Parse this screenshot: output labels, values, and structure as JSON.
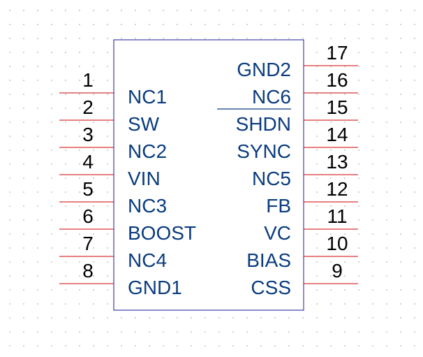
{
  "component": {
    "pins_left": [
      {
        "num": "1",
        "label": "NC1"
      },
      {
        "num": "2",
        "label": "SW"
      },
      {
        "num": "3",
        "label": "NC2"
      },
      {
        "num": "4",
        "label": "VIN"
      },
      {
        "num": "5",
        "label": "NC3"
      },
      {
        "num": "6",
        "label": "BOOST"
      },
      {
        "num": "7",
        "label": "NC4"
      },
      {
        "num": "8",
        "label": "GND1"
      }
    ],
    "pins_right": [
      {
        "num": "17",
        "label": "GND2"
      },
      {
        "num": "16",
        "label": "NC6"
      },
      {
        "num": "15",
        "label": "SHDN",
        "active_low": true
      },
      {
        "num": "14",
        "label": "SYNC"
      },
      {
        "num": "13",
        "label": "NC5"
      },
      {
        "num": "12",
        "label": "FB"
      },
      {
        "num": "11",
        "label": "VC"
      },
      {
        "num": "10",
        "label": "BIAS"
      },
      {
        "num": "9",
        "label": "CSS"
      }
    ]
  },
  "colors": {
    "pin_line": "#cc0000",
    "body_outline": "#1a1a9a",
    "label_text": "#0a3c7e",
    "number_text": "#000000"
  }
}
